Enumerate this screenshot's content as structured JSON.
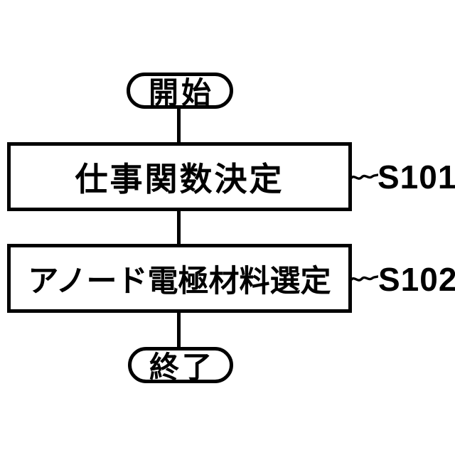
{
  "figure": {
    "background_color": "#ffffff",
    "line_color": "#000000"
  },
  "flowchart": {
    "start": {
      "label": "開始"
    },
    "steps": [
      {
        "label": "仕事関数決定",
        "step_id": "S101"
      },
      {
        "label": "アノード電極材料選定",
        "step_id": "S102"
      }
    ],
    "end": {
      "label": "終了"
    }
  }
}
